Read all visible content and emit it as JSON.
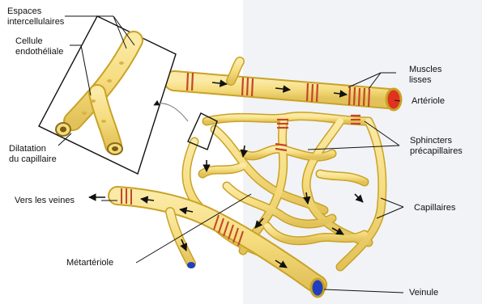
{
  "labels": {
    "espaces": [
      "Espaces",
      "intercellulaires"
    ],
    "cellule": [
      "Cellule",
      "endothéliale"
    ],
    "dilatation": [
      "Dilatation",
      "du capillaire"
    ],
    "veines": "Vers les veines",
    "meta": "Métartériole",
    "muscles": [
      "Muscles",
      "lisses"
    ],
    "arteriole": "Artériole",
    "sphincters": [
      "Sphincters",
      "précapillaires"
    ],
    "capillaires": "Capillaires",
    "veinule": "Veinule"
  },
  "colors": {
    "vessel_fill": "#f5dc7e",
    "vessel_edge": "#c9a227",
    "muscle_band": "#c4462a",
    "arteriole_lumen": "#e0321e",
    "venule_lumen": "#1f3fbf",
    "arrow": "#111111",
    "bg_shade": "#eef0f3"
  }
}
